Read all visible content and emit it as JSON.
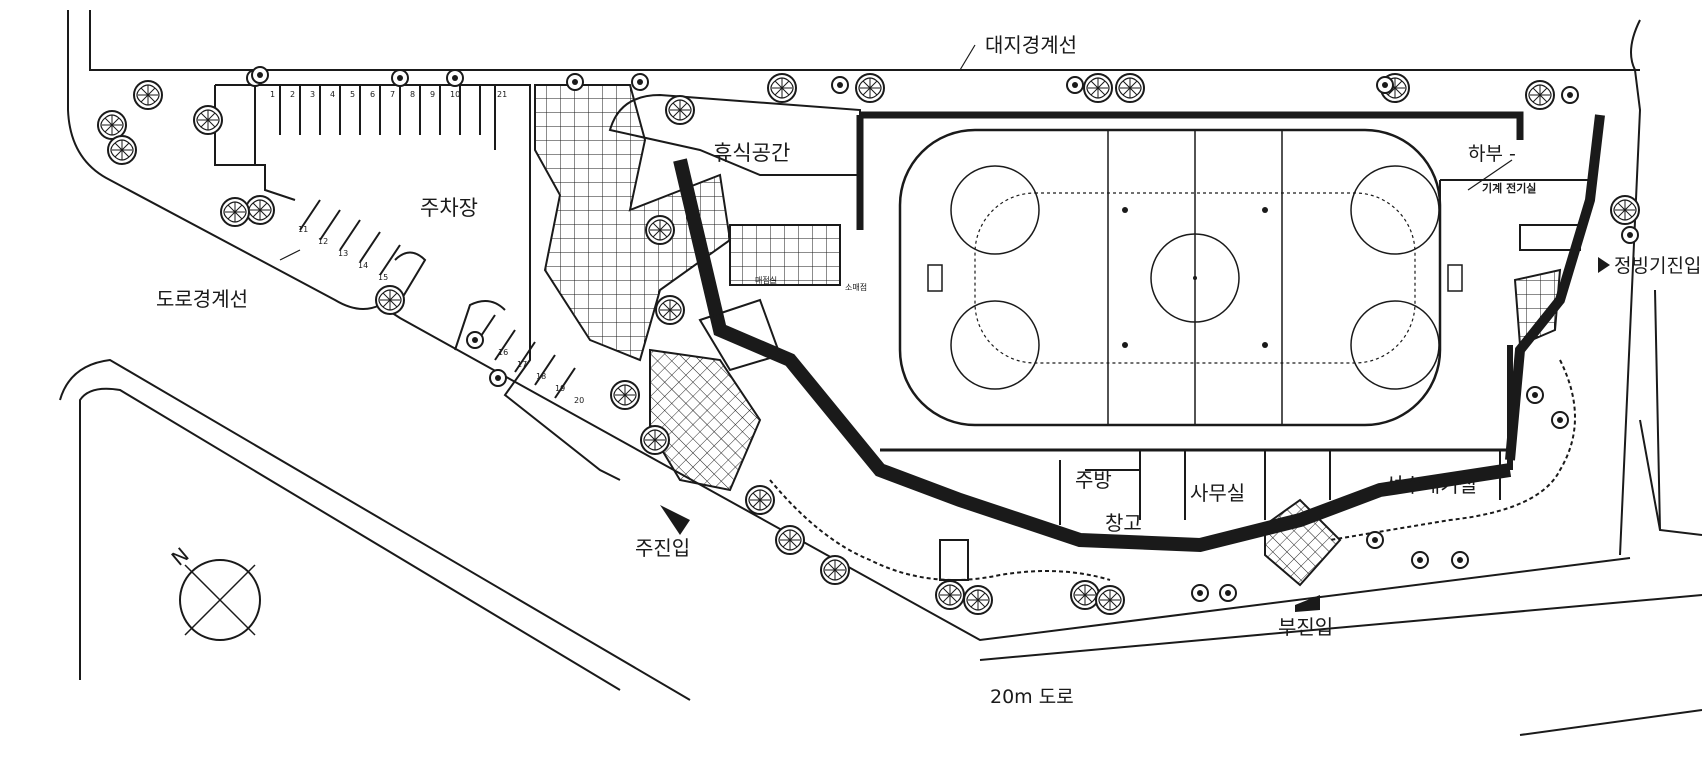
{
  "labels": {
    "site_boundary": "대지경계선",
    "road_boundary": "도로경계선",
    "parking": "주차장",
    "rest_area": "휴식공간",
    "lower_machine": "하부 -",
    "machine_room": "기계 전기실",
    "ice_machine": "정빙기진입",
    "kitchen": "주방",
    "office": "사무실",
    "storage": "창고",
    "player_room": "선수대기실",
    "main_entrance": "주진입",
    "sub_entrance": "부진입",
    "road": "20m 도로",
    "snack_room": "매점실",
    "small_room": "소매점"
  },
  "parking_numbers_top": [
    "1",
    "2",
    "3",
    "4",
    "5",
    "6",
    "7",
    "8",
    "9",
    "10",
    "21"
  ],
  "parking_numbers_diag1": [
    "11",
    "12",
    "13",
    "14",
    "15"
  ],
  "parking_numbers_diag2": [
    "16",
    "17",
    "18",
    "19",
    "20"
  ],
  "north_letter": "N",
  "colors": {
    "ink": "#1a1a1a",
    "paper": "#ffffff"
  }
}
